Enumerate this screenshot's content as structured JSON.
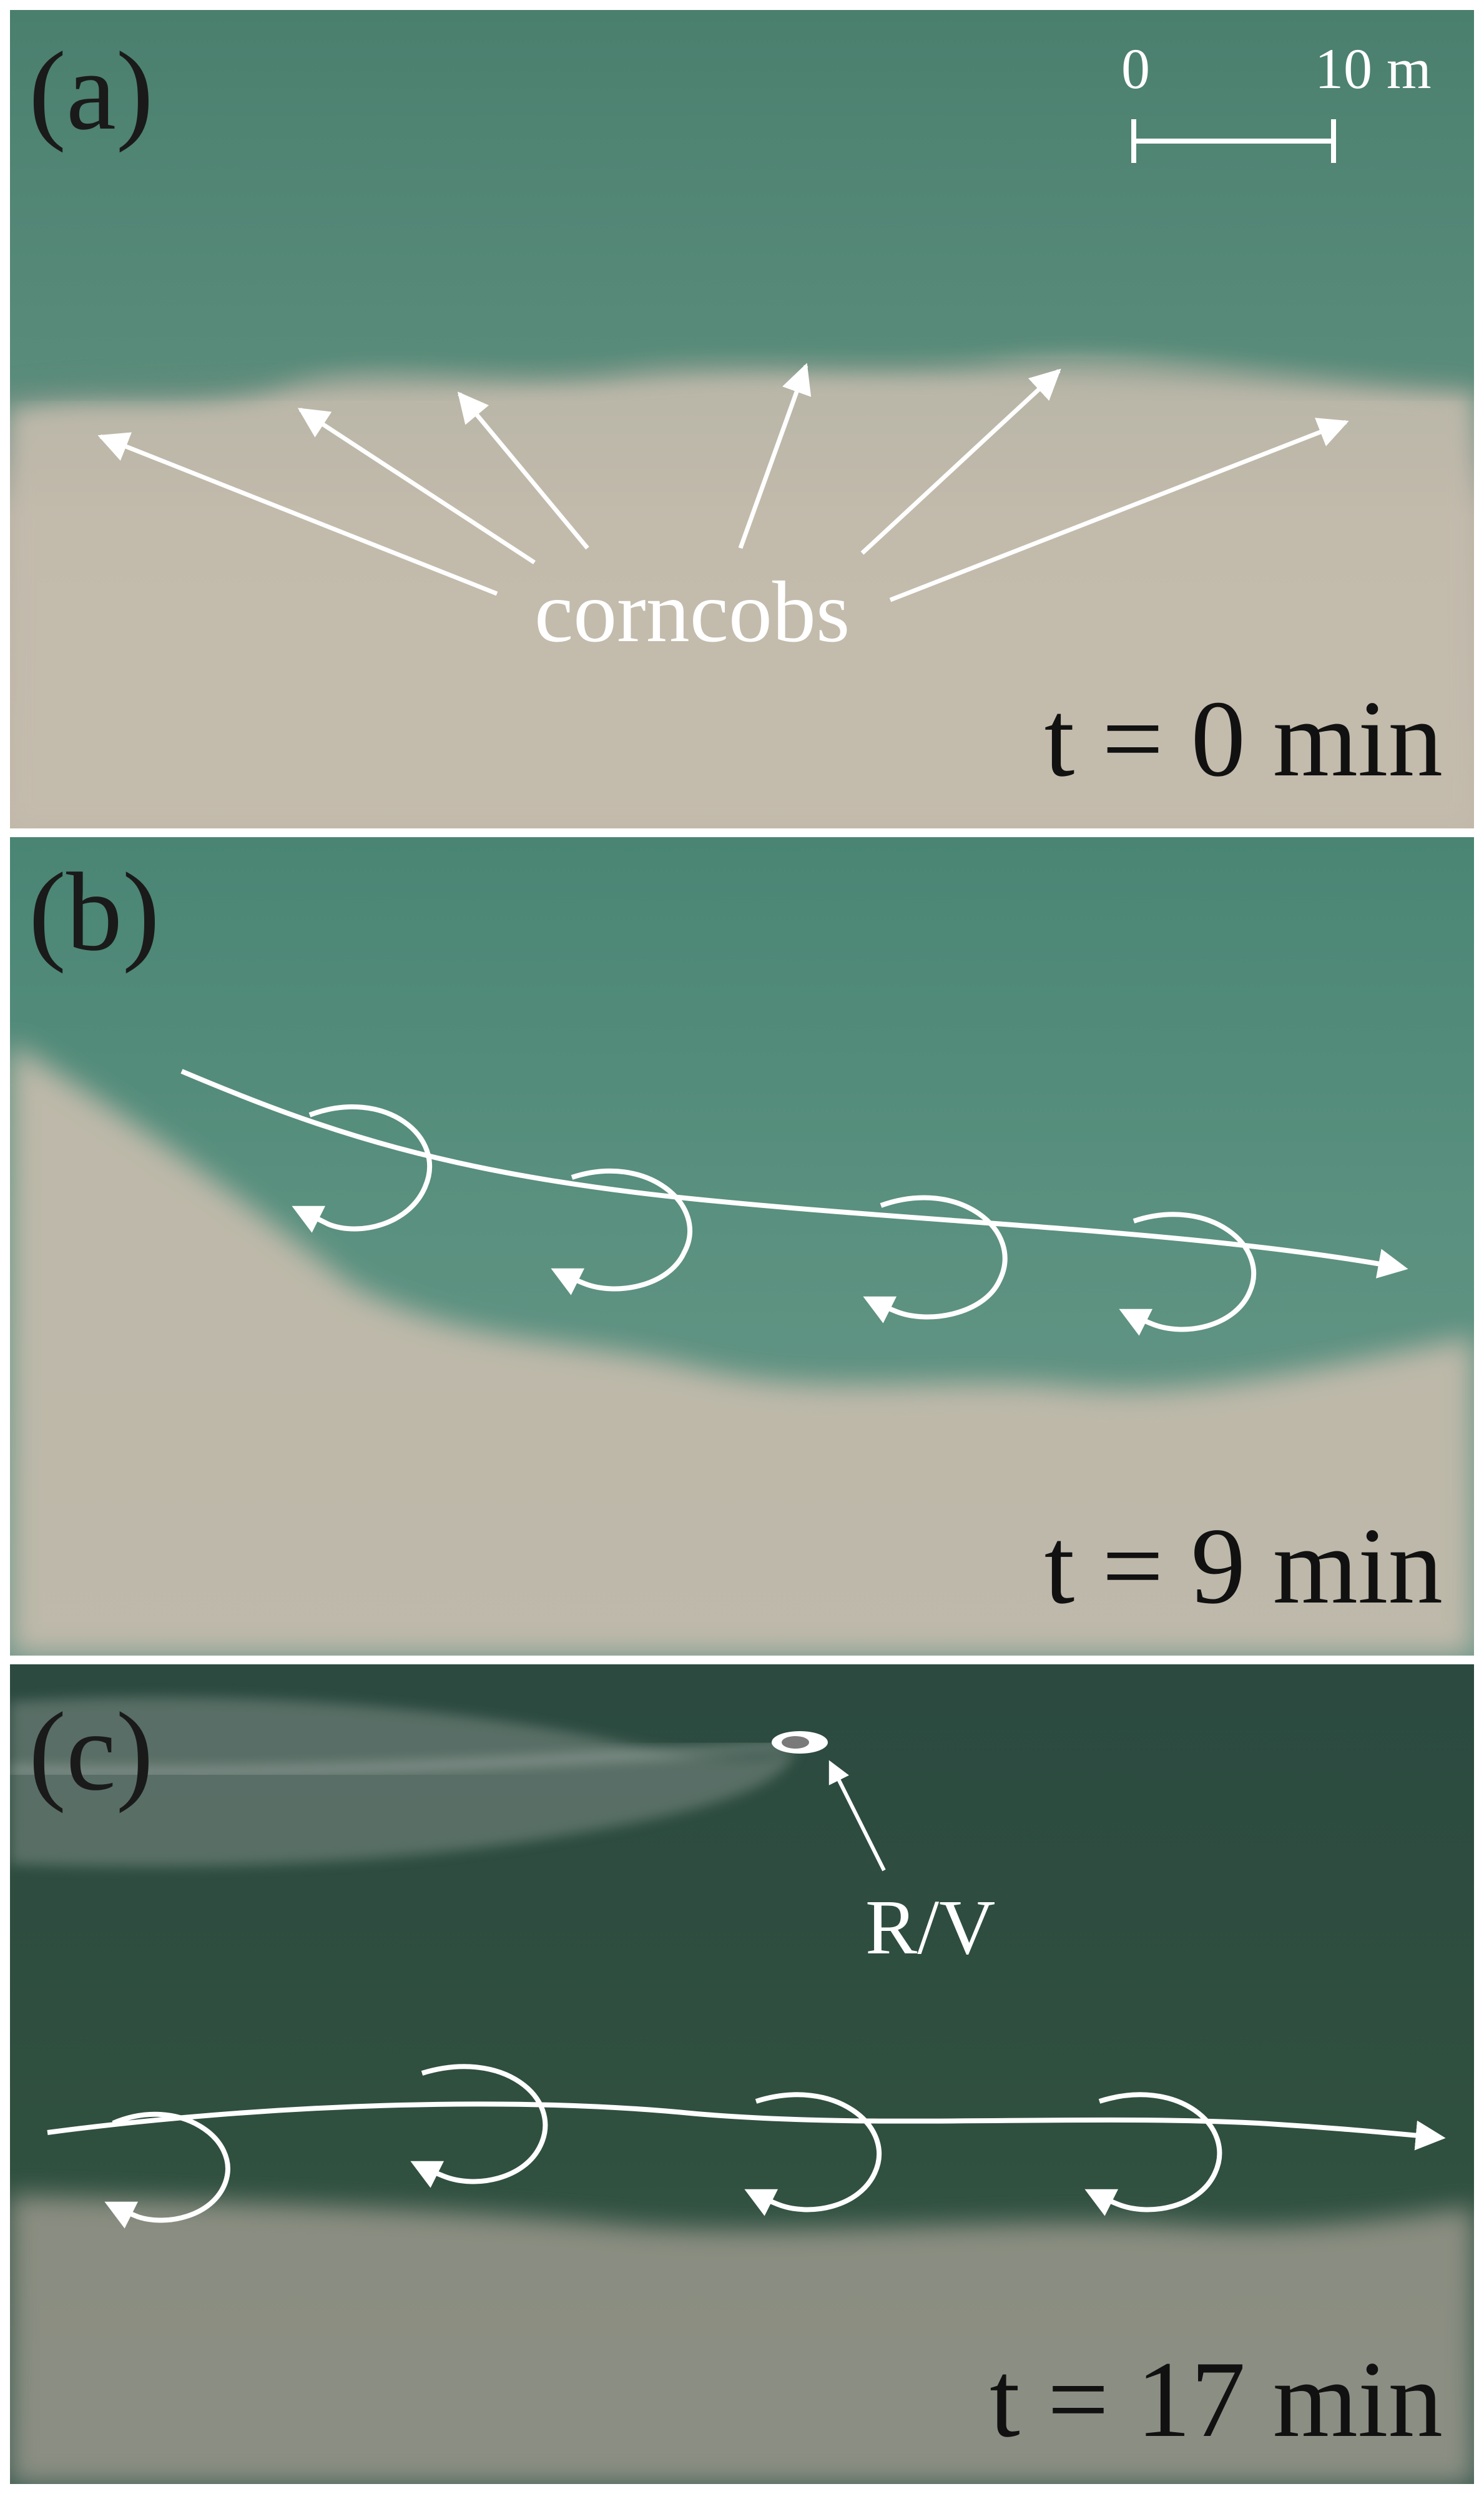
{
  "panels": [
    {
      "label": "(a)",
      "time": "t = 0 min"
    },
    {
      "label": "(b)",
      "time": "t = 9 min"
    },
    {
      "label": "(c)",
      "time": "t = 17 min"
    }
  ],
  "scale_bar": {
    "start": "0",
    "end": "10 m"
  },
  "annotations": {
    "corncobs": "corncobs",
    "vessel": "R/V"
  },
  "colors": {
    "water_green": "#4f8a78",
    "water_dark": "#2f4f45",
    "sediment": "#b9b4a6",
    "annotation": "#ffffff"
  },
  "icons": [
    "arrow-icon",
    "vortex-icon",
    "scale-bar-icon",
    "boat-icon"
  ]
}
